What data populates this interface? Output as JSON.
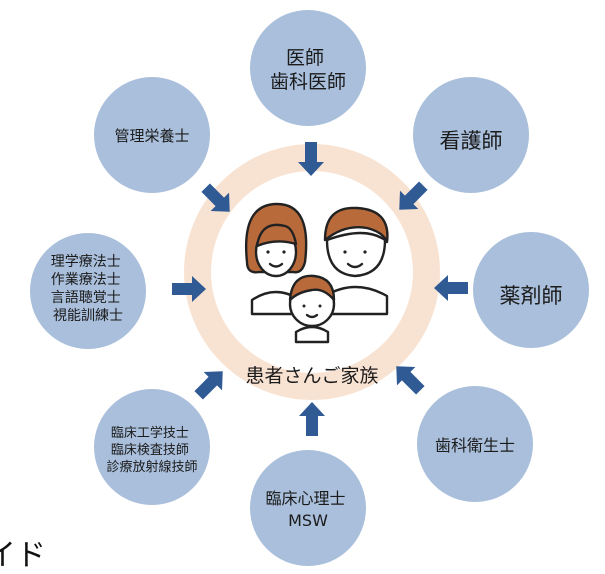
{
  "center": {
    "label": "患者さんご家族"
  },
  "roles": [
    {
      "id": "doctor",
      "lines": [
        "医師",
        "歯科医師"
      ]
    },
    {
      "id": "nurse",
      "lines": [
        "看護師"
      ]
    },
    {
      "id": "pharmacist",
      "lines": [
        "薬剤師"
      ]
    },
    {
      "id": "dental-hygienist",
      "lines": [
        "歯科衛生士"
      ]
    },
    {
      "id": "psychologist",
      "lines": [
        "臨床心理士",
        "MSW"
      ]
    },
    {
      "id": "technicians",
      "lines": [
        "臨床工学技士",
        "臨床検査技師",
        "診療放射線技師"
      ]
    },
    {
      "id": "therapists",
      "lines": [
        "理学療法士",
        "作業療法士",
        "言語聴覚士",
        "視能訓練士"
      ]
    },
    {
      "id": "dietitian",
      "lines": [
        "管理栄養士"
      ]
    }
  ],
  "cut_text": "イド",
  "colors": {
    "bubble": "#a9bfdb",
    "ring": "#f8e2d2",
    "arrow": "#2f5a94",
    "text": "#1b1b1b",
    "hair": "#b96a3b",
    "skin": "#ffffff"
  }
}
